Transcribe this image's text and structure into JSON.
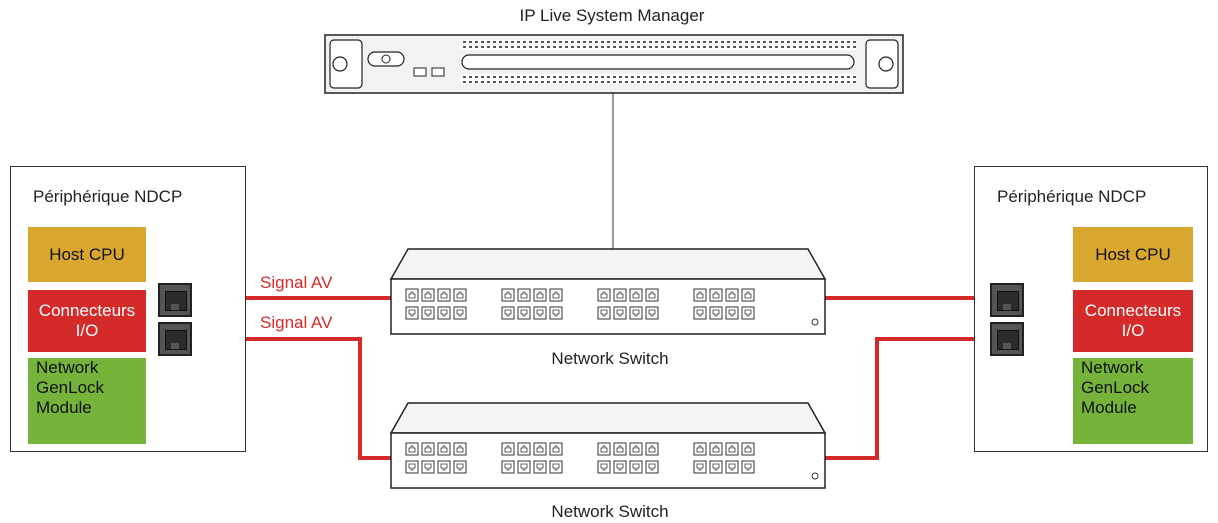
{
  "server": {
    "label": "IP Live System Manager"
  },
  "left_device": {
    "title": "Périphérique NDCP",
    "host_cpu": "Host CPU",
    "io_line1": "Connecteurs",
    "io_line2": "I/O",
    "genlock_line1": "Network",
    "genlock_line2": "GenLock",
    "genlock_line3": "Module"
  },
  "right_device": {
    "title": "Périphérique NDCP",
    "host_cpu": "Host CPU",
    "io_line1": "Connecteurs",
    "io_line2": "I/O",
    "genlock_line1": "Network",
    "genlock_line2": "GenLock",
    "genlock_line3": "Module"
  },
  "switches": [
    {
      "label": "Network Switch"
    },
    {
      "label": "Network Switch"
    }
  ],
  "signals": [
    {
      "label": "Signal AV"
    },
    {
      "label": "Signal AV"
    }
  ],
  "colors": {
    "host_cpu": "#d9a72d",
    "io": "#d42a2a",
    "genlock": "#75b33b",
    "signal_line": "#d42a2a",
    "link_line": "#9a9a9a"
  }
}
